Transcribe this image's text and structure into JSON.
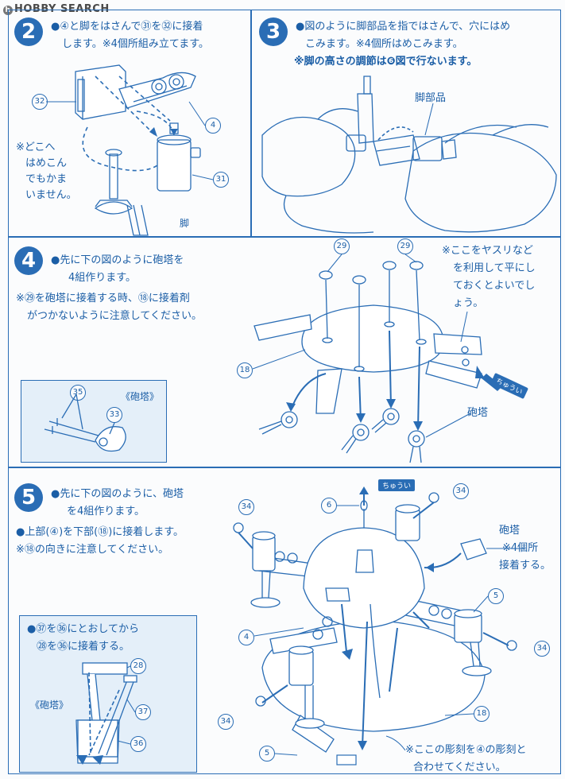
{
  "watermark": "HOBBY SEARCH",
  "step2": {
    "number": "2",
    "line1": "●④と脚をはさんで㉛を㉜に接着",
    "line2": "します。※4個所組み立てます。",
    "note1": "※どこへ",
    "note2": "はめこん",
    "note3": "でもかま",
    "note4": "いません。",
    "label_32": "32",
    "label_4": "4",
    "label_31": "31",
    "label_leg": "脚"
  },
  "step3": {
    "number": "3",
    "line1": "●図のように脚部品を指ではさんで、穴にはめ",
    "line2": "こみます。※4個所はめこみます。",
    "line3": "※脚の高さの調節は❻図で行ないます。",
    "label_leg_part": "脚部品"
  },
  "step4": {
    "number": "4",
    "line1": "●先に下の図のように砲塔を",
    "line2": "4組作ります。",
    "line3": "※㉙を砲塔に接着する時、⑱に接着剤",
    "line4": "がつかないように注意してください。",
    "note1": "※ここをヤスリなど",
    "note2": "を利用して平にし",
    "note3": "ておくとよいでし",
    "note4": "ょう。",
    "label_29a": "29",
    "label_29b": "29",
    "label_18": "18",
    "label_turret": "砲塔",
    "caution": "ちゅうい",
    "inset_title": "《砲塔》",
    "inset_35": "35",
    "inset_33": "33"
  },
  "step5": {
    "number": "5",
    "line1": "●先に下の図のように、砲塔",
    "line2": "を4組作ります。",
    "line3": "●上部(④)を下部(⑱)に接着します。",
    "line4": "※⑱の向きに注意してください。",
    "label_34a": "34",
    "label_34b": "34",
    "label_34c": "34",
    "label_34d": "34",
    "label_6": "6",
    "label_4": "4",
    "label_5a": "5",
    "label_5b": "5",
    "label_18": "18",
    "caution": "ちゅうい",
    "turret_label": "砲塔",
    "turret_note1": "※4個所",
    "turret_note2": "接着する。",
    "bottom_note1": "※ここの彫刻を④の彫刻と",
    "bottom_note2": "合わせてください。",
    "inset_line1": "●㊲を㊱にとおしてから",
    "inset_line2": "㉘を㊱に接着する。",
    "inset_title": "《砲塔》",
    "inset_28": "28",
    "inset_37": "37",
    "inset_36": "36"
  },
  "colors": {
    "ink": "#1b5ea6",
    "frame": "#2a6db5",
    "inset_bg": "#e4eff9"
  }
}
